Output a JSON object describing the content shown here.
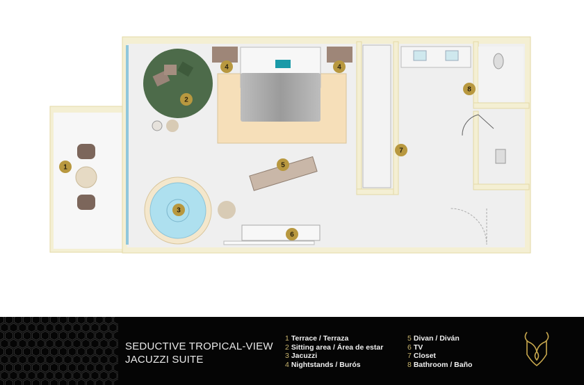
{
  "suite_title": {
    "line1": "SEDUCTIVE TROPICAL-VIEW",
    "line2": "JACUZZI SUITE"
  },
  "legend": [
    {
      "num": "1",
      "label": "Terrace / Terraza"
    },
    {
      "num": "2",
      "label": "Sitting area / Área de estar"
    },
    {
      "num": "3",
      "label": "Jacuzzi"
    },
    {
      "num": "4",
      "label": "Nightstands / Burós"
    },
    {
      "num": "5",
      "label": "Divan / Diván"
    },
    {
      "num": "6",
      "label": "TV"
    },
    {
      "num": "7",
      "label": "Closet"
    },
    {
      "num": "8",
      "label": "Bathroom / Baño"
    }
  ],
  "markers": [
    "1",
    "2",
    "3",
    "4",
    "4",
    "5",
    "6",
    "7",
    "8"
  ],
  "colors": {
    "marker": "#b8983f",
    "wall": "#f4efd3",
    "floor": "#efefef",
    "footer": "#050505",
    "accent": "#c9b56e"
  }
}
